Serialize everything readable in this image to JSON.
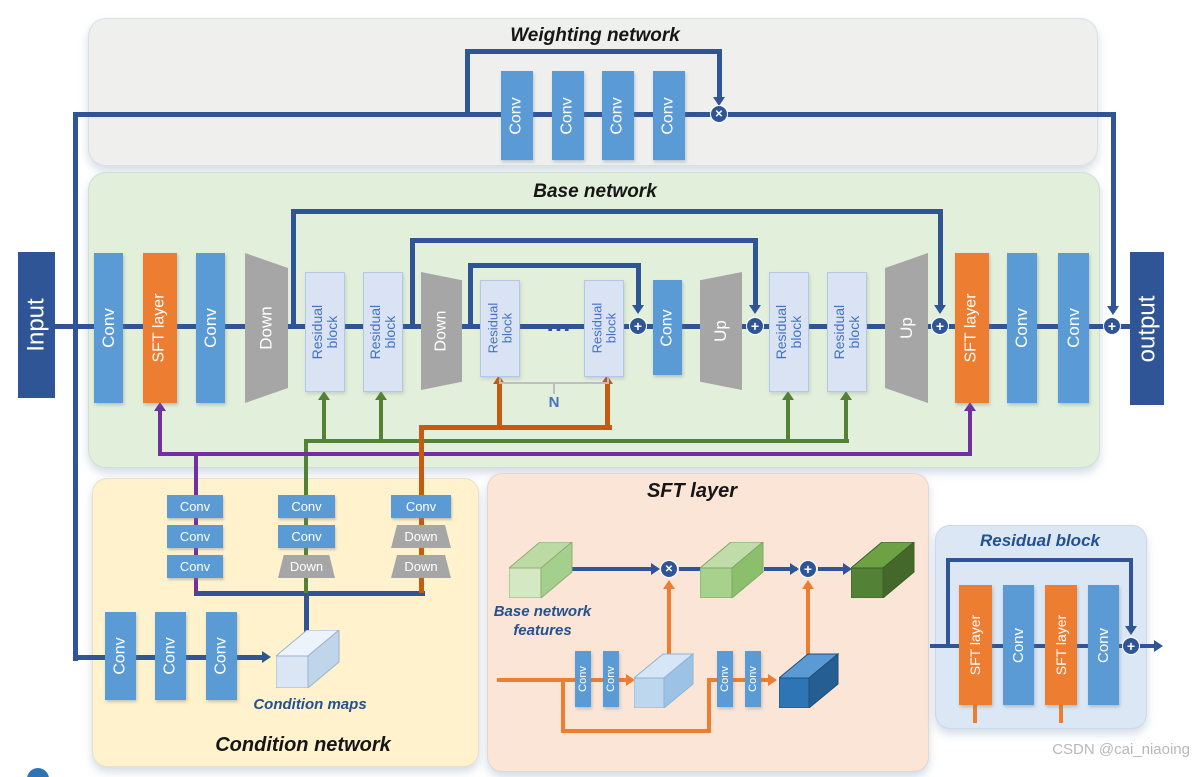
{
  "colors": {
    "navy": "#2f5597",
    "conv_blue": "#5b9bd5",
    "sft_orange": "#ed7d31",
    "gray_block": "#a6a6a6",
    "purple": "#7030a0",
    "green": "#548235",
    "rust": "#c55a11",
    "orange": "#ed7d31",
    "box_gray": "#efefee",
    "box_green": "#e2efda",
    "box_yellow": "#fff2cc",
    "box_peach": "#fbe5d6",
    "box_blue": "#dbe7f4",
    "rb_fill": "#dae3f3",
    "rb_border": "#b4c7e7",
    "rb_text": "#4472c4",
    "label_navy": "#24518f",
    "bracket_gray": "#bfbfbf",
    "n_blue": "#4472c4",
    "watermark_gray": "#b8b8b8",
    "dot_blue": "#2e75b6",
    "cubeA_front": "#d5e8c4",
    "cubeA_top": "#bcdba4",
    "cubeA_side": "#a5cf8c",
    "cubeB_front": "#a9d18e",
    "cubeB_top": "#c0dda9",
    "cubeB_side": "#8cbf6c",
    "cubeC_front": "#538135",
    "cubeC_top": "#6da244",
    "cubeC_side": "#44682c",
    "cubeD_front": "#bdd7ee",
    "cubeD_top": "#d6e6f6",
    "cubeD_side": "#9cc3e5",
    "cubeE_front": "#2e75b6",
    "cubeE_top": "#5b9bd5",
    "cubeE_side": "#255e92",
    "cubeM_front": "#dae6f3",
    "cubeM_top": "#edf3fa",
    "cubeM_side": "#c0d4ea"
  },
  "labels": {
    "conv": "Conv",
    "sft": "SFT layer",
    "down": "Down",
    "up": "Up",
    "residual_1": "Residual",
    "residual_2": "block"
  },
  "ops": {
    "multiply": "✕",
    "add": "+"
  },
  "io": {
    "input": "Input",
    "output": "output"
  },
  "weighting": {
    "title": "Weighting network"
  },
  "base": {
    "title": "Base network",
    "dots": "…",
    "n_label": "N"
  },
  "condition": {
    "title": "Condition network",
    "maps_label": "Condition maps"
  },
  "sft_detail": {
    "title": "SFT layer",
    "features_line1": "Base network",
    "features_line2": "features"
  },
  "residual_detail": {
    "title": "Residual block"
  },
  "watermark": "CSDN @cai_niaoing"
}
